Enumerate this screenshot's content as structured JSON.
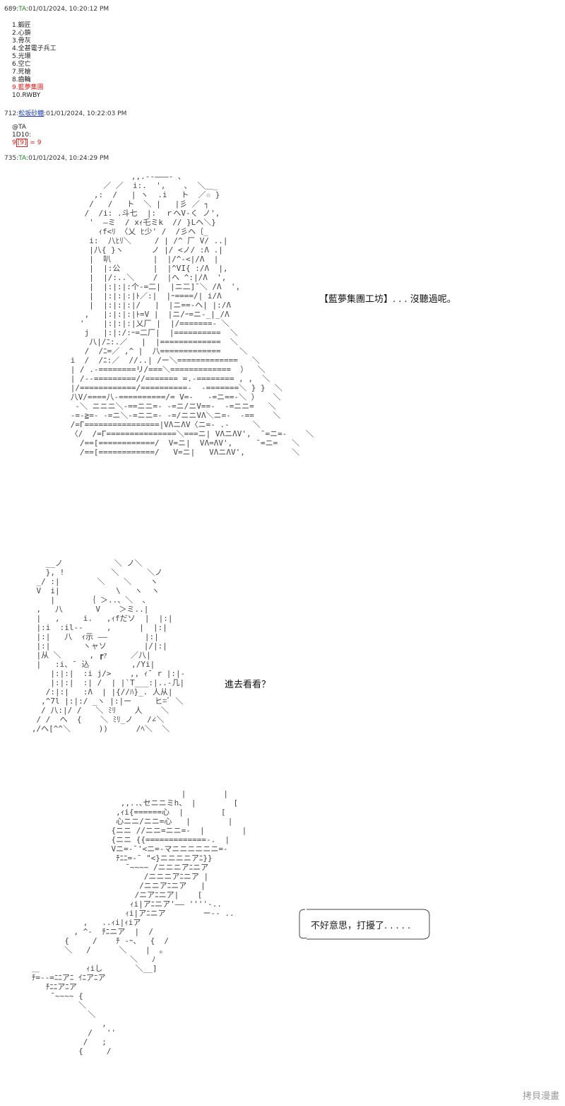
{
  "posts": [
    {
      "number": "689",
      "name": "TA",
      "timestamp": ":01/01/2024, 10:20:12 PM",
      "lines": [
        "1.鍛匠",
        "2.心鎖",
        "3.骨灰",
        "4.全甚電子兵工",
        "5.光環",
        "6.空亡",
        "7.死槍",
        "8.齒輪",
        "9.藍夢集團",
        "10.RWBY"
      ]
    },
    {
      "number": "712",
      "name": "松坂砂糖",
      "timestamp": ":01/01/2024, 10:22:03 PM",
      "lines": [
        "@TA",
        "1D10:"
      ],
      "dice_prefix": "9",
      "dice_box": "[9]",
      "dice_suffix": " = 9"
    },
    {
      "number": "735",
      "name": "TA",
      "timestamp": ":01/01/2024, 10:24:29 PM"
    }
  ],
  "captions": {
    "first": "【藍夢集團工坊】. . . 沒聽過呢。",
    "second": "進去看看？",
    "third": "不好意思，打擾了. . . . ."
  },
  "watermark": "拷貝漫畫",
  "colors": {
    "name_green": "#1a8a1a",
    "name_blue": "#1a3ab5",
    "highlight_red": "#e0201c"
  }
}
